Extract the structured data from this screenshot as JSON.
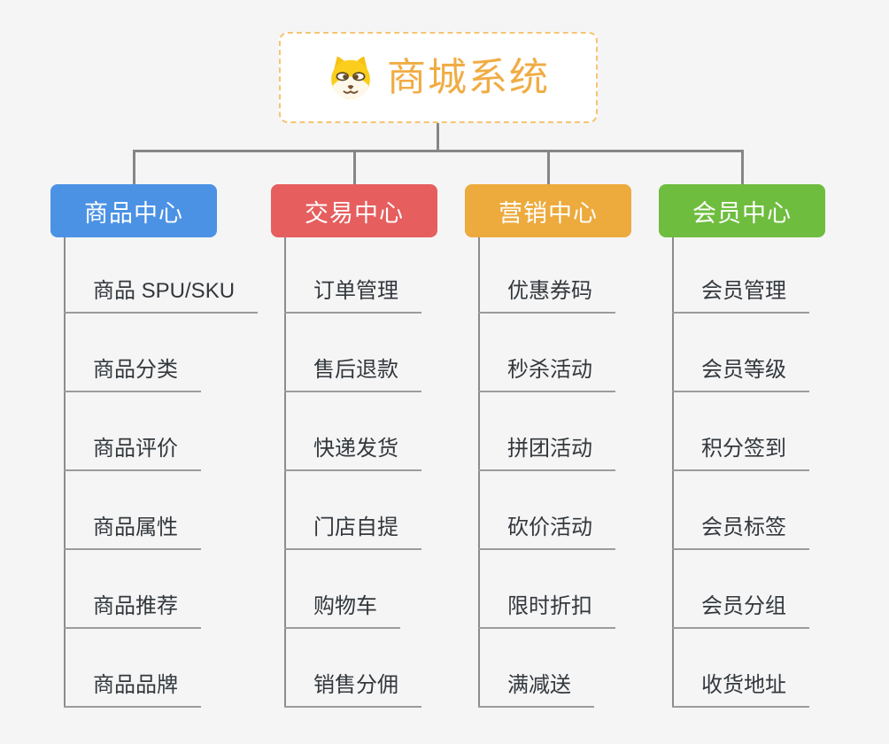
{
  "root": {
    "title": "商城系统",
    "icon": "shiba-dog-icon",
    "border_color": "#f6c473",
    "text_color": "#f0ac44"
  },
  "branches": [
    {
      "label": "商品中心",
      "color": "#4b92e5",
      "items": [
        "商品 SPU/SKU",
        "商品分类",
        "商品评价",
        "商品属性",
        "商品推荐",
        "商品品牌"
      ]
    },
    {
      "label": "交易中心",
      "color": "#e65e5e",
      "items": [
        "订单管理",
        "售后退款",
        "快递发货",
        "门店自提",
        "购物车",
        "销售分佣"
      ]
    },
    {
      "label": "营销中心",
      "color": "#edaa3d",
      "items": [
        "优惠券码",
        "秒杀活动",
        "拼团活动",
        "砍价活动",
        "限时折扣",
        "满减送"
      ]
    },
    {
      "label": "会员中心",
      "color": "#6ebd3f",
      "items": [
        "会员管理",
        "会员等级",
        "积分签到",
        "会员标签",
        "会员分组",
        "收货地址"
      ]
    }
  ],
  "colors": {
    "background": "#f5f5f5",
    "connector": "#868686",
    "trunk": "#8c8c8c",
    "underline": "#9c9c9c",
    "item_text": "#33383d",
    "root_icon_yellow": "#fbce1d"
  }
}
